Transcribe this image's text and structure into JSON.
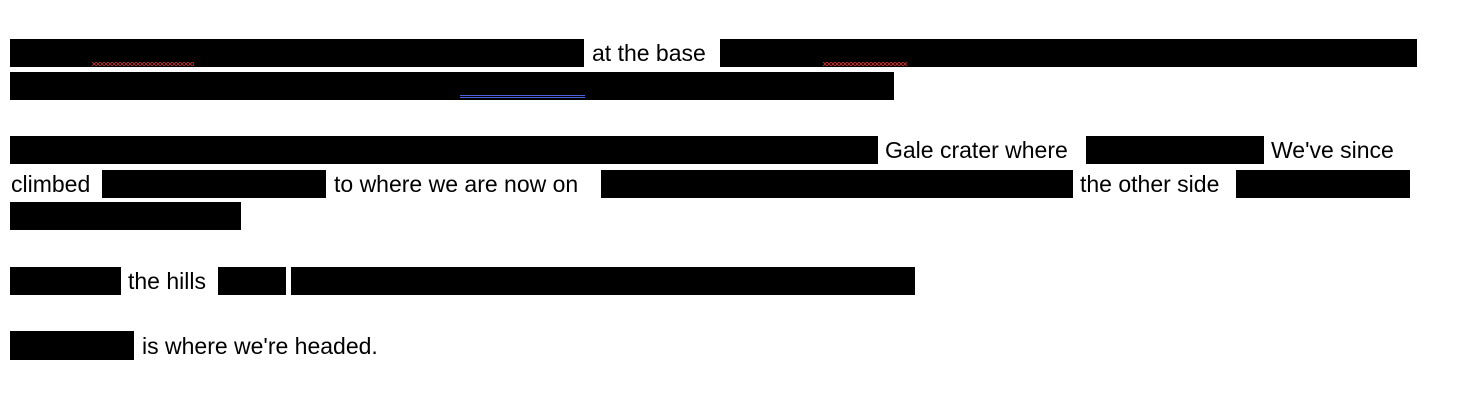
{
  "document": {
    "paragraphs": [
      {
        "lines": [
          {
            "fragments": [
              "at the base"
            ]
          },
          {
            "fragments": []
          }
        ]
      },
      {
        "lines": [
          {
            "fragments": [
              "Gale crater where",
              "We've since"
            ]
          },
          {
            "fragments": [
              "climbed",
              "to where we are now on",
              "the other side"
            ]
          },
          {
            "fragments": []
          }
        ]
      },
      {
        "lines": [
          {
            "fragments": [
              "the hills"
            ]
          }
        ]
      },
      {
        "lines": [
          {
            "fragments": [
              "is where we're headed."
            ]
          }
        ]
      }
    ]
  },
  "colors": {
    "redaction": "#000000",
    "text": "#000000",
    "spellcheck": "#e53935",
    "link": "#4a63d8",
    "background": "#ffffff"
  }
}
